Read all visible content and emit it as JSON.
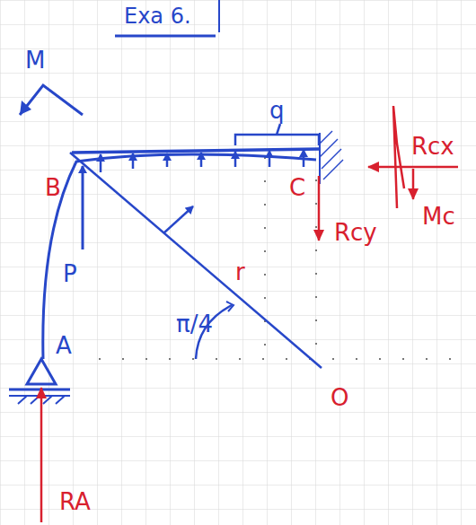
{
  "diagram": {
    "title": "Exa 6.",
    "labels": [
      "M",
      "q",
      "B",
      "C",
      "Rcx",
      "Mc",
      "Rcy",
      "P",
      "r",
      "π/4",
      "A",
      "O",
      "RA"
    ]
  }
}
